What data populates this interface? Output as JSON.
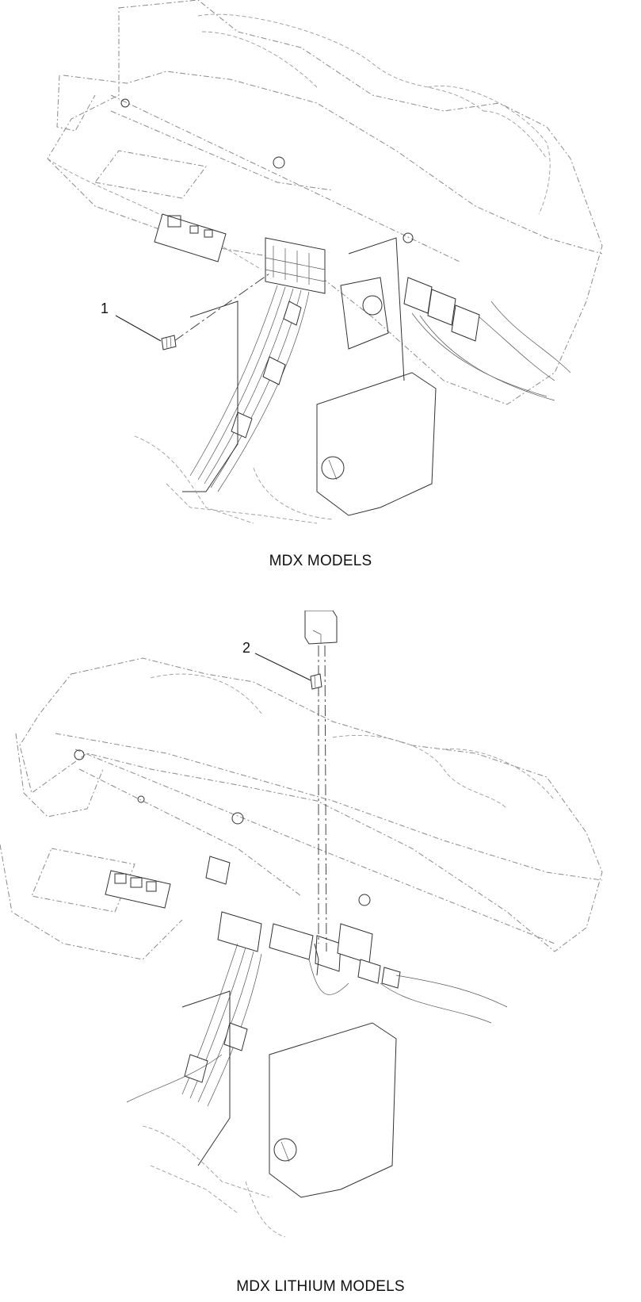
{
  "views": [
    {
      "caption": "MDX MODELS",
      "callout": "1"
    },
    {
      "caption": "MDX LITHIUM MODELS",
      "callout": "2"
    }
  ]
}
